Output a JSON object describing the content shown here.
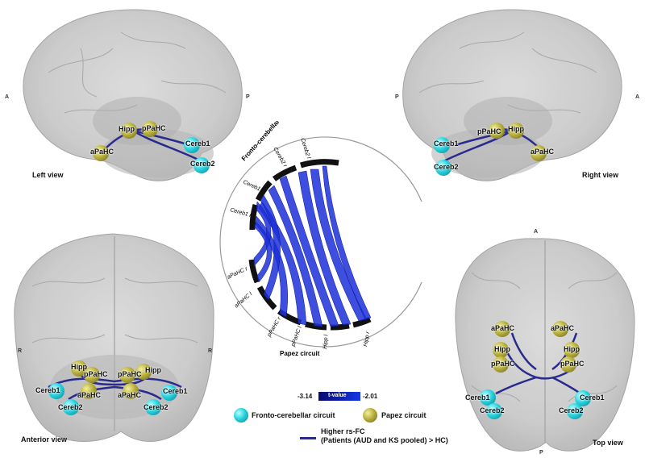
{
  "panels": {
    "left_view": "Left view",
    "right_view": "Right view",
    "anterior_view": "Anterior view",
    "top_view": "Top view"
  },
  "orientation": {
    "A": "A",
    "P": "P",
    "R": "R"
  },
  "nodes": {
    "hipp": "Hipp",
    "papahc": "pPaHC",
    "apahc": "aPaHC",
    "cereb1": "Cereb1",
    "cereb2": "Cereb2"
  },
  "circle": {
    "circuit_top": "Fronto-cerebellar circuit",
    "circuit_bottom": "Papez circuit",
    "segments": [
      "Cereb2 l",
      "Cereb2 r",
      "Cereb1 l",
      "Cereb1 r",
      "aPaHC r",
      "aPaHC l",
      "pPaHC r",
      "pPaHC l",
      "Hipp l",
      "Hipp r"
    ]
  },
  "colorbar": {
    "min": "-3.14",
    "max": "-2.01",
    "label": "t-value",
    "color_low": "#0a0a6e",
    "color_high": "#1437e6"
  },
  "legend": {
    "fronto": "Fronto-cerebellar circuit",
    "papez": "Papez circuit",
    "line_label_1": "Higher rs-FC",
    "line_label_2": "(Patients (AUD and KS pooled) > HC)",
    "fc_color": "#27d3df",
    "pc_color": "#b9b13c",
    "line_color": "#2a2a8e"
  }
}
